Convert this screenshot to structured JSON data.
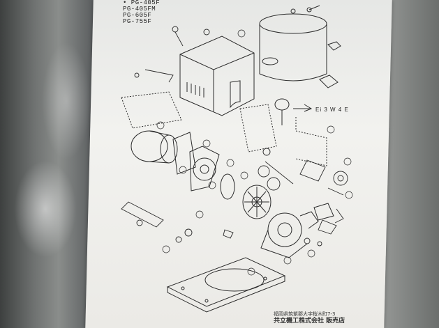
{
  "models": [
    "• PG-405F",
    "PG-405FM",
    "PG-605F",
    "PG-755F"
  ],
  "footer": {
    "address_line": "福岡県筑紫郡大字桜木町7-3",
    "company_line": "共立機工株式会社 販売店"
  },
  "callout_label": "Ei 3 W 4 E"
}
